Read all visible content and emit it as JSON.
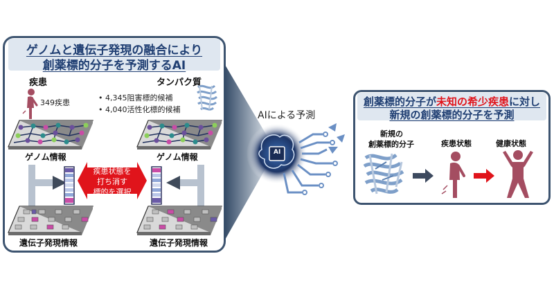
{
  "left_panel": {
    "title_line1": "ゲノムと遺伝子発現の融合により",
    "title_line2": "創薬標的分子を予測するAI",
    "disease_label": "疾患",
    "disease_count": "349疾患",
    "protein_label": "タンパク質",
    "inhibitor_candidates": "4,345阻害標的候補",
    "activator_candidates": "4,040活性化標的候補",
    "genome_label_left": "ゲノム情報",
    "genome_label_right": "ゲノム情報",
    "expression_label_left": "遺伝子発現情報",
    "expression_label_right": "遺伝子発現情報",
    "center_box": [
      "疾患状態を",
      "打ち消す",
      "標的を選択"
    ]
  },
  "middle": {
    "prediction_label": "AIによる予測",
    "chip_label": "AI"
  },
  "right_panel": {
    "title_line1_a": "創薬標的分子が",
    "title_line1_b": "未知の希少疾患",
    "title_line1_c": "に対し",
    "title_line2": "新規の創薬標的分子を予測",
    "new_target_line1": "新規の",
    "new_target_line2": "創薬標的分子",
    "disease_state": "疾患状態",
    "healthy_state": "健康状態"
  },
  "colors": {
    "navy": "#1f3e72",
    "red": "#e0141b",
    "panel_border": "#3d5470",
    "figure": "#a44d61"
  }
}
